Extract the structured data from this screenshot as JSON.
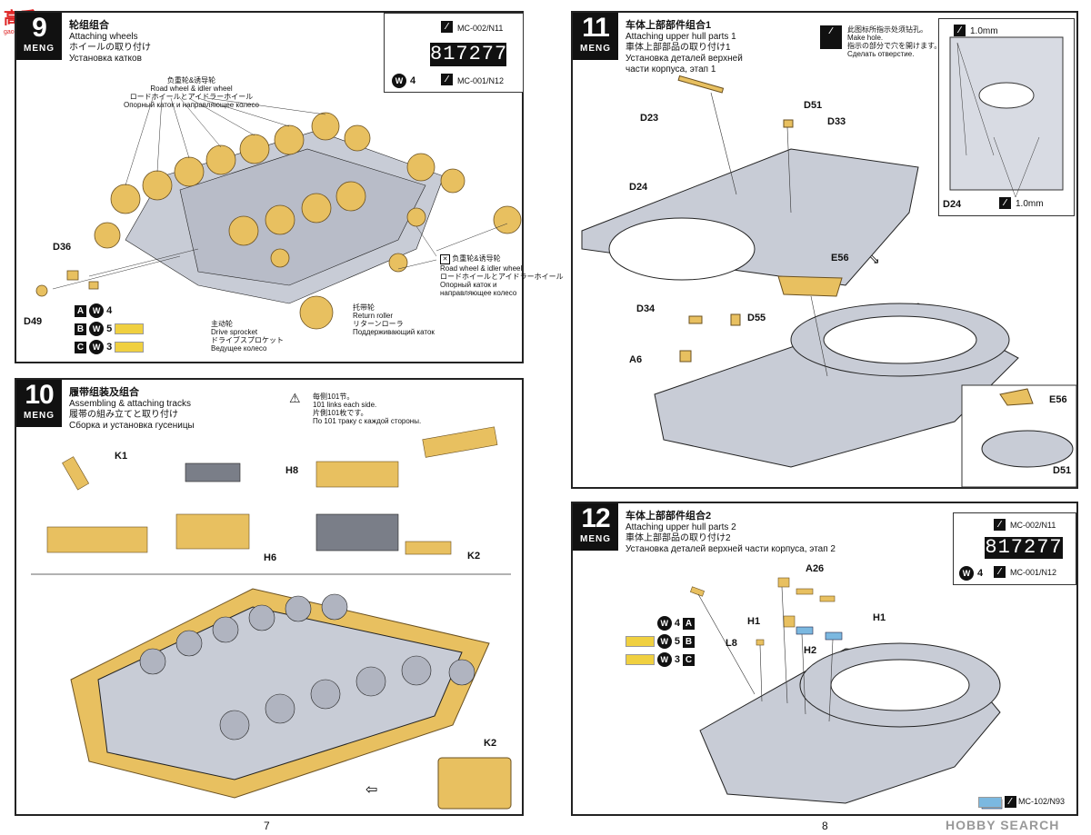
{
  "watermark": {
    "top": "高手",
    "bottom": "gao.shou.com"
  },
  "brand": "MENG",
  "colors": {
    "tan": "#e8c060",
    "grey": "#c8ccd6",
    "blue": "#7bb8e0"
  },
  "step9": {
    "number": "9",
    "title_cn": "轮组组合",
    "title_en": "Attaching wheels",
    "title_jp": "ホイールの取り付け",
    "title_ru": "Установка катков",
    "paint": {
      "mc1": "MC-002/N11",
      "code": "817277",
      "w": "4",
      "mc2": "MC-001/N12"
    },
    "roadwheel_label": [
      "负重轮&诱导轮",
      "Road wheel & idler wheel",
      "ロードホイールとアイドラーホイール",
      "Опорный каток и направляющее колесо"
    ],
    "roadwheel_label2": [
      "负重轮&诱导轮",
      "Road wheel & idler wheel",
      "ロードホイールとアイドラーホイール",
      "Опорный каток и",
      "направляющее колесо"
    ],
    "return_roller": [
      "托带轮",
      "Return roller",
      "リターンローラ",
      "Поддерживающий каток"
    ],
    "sprocket": [
      "主动轮",
      "Drive sprocket",
      "ドライブスプロケット",
      "Ведущее колесо"
    ],
    "parts": [
      "D36",
      "D49"
    ],
    "qty": [
      {
        "letter": "A",
        "w": "4",
        "swatch": ""
      },
      {
        "letter": "B",
        "w": "5",
        "swatch": "#f0d040"
      },
      {
        "letter": "C",
        "w": "3",
        "swatch": "#f0d040"
      }
    ]
  },
  "step10": {
    "number": "10",
    "title_cn": "履带组装及组合",
    "title_en": "Assembling & attaching tracks",
    "title_jp": "履帯の組み立てと取り付け",
    "title_ru": "Сборка и установка гусеницы",
    "note": [
      "每侧101节。",
      "101 links each side.",
      "片側101枚です。",
      "По 101 траку с каждой стороны."
    ],
    "parts": [
      "K1",
      "H8",
      "H6",
      "K2",
      "K2"
    ]
  },
  "step11": {
    "number": "11",
    "title_cn": "车体上部部件组合1",
    "title_en": "Attaching upper hull parts 1",
    "title_jp": "車体上部部品の取り付け1",
    "title_ru1": "Установка деталей верхней",
    "title_ru2": "части корпуса, этап 1",
    "note": [
      "此图标所指示处须钻孔。",
      "Make hole.",
      "指示の部分で穴を開けます。",
      "Сделать отверстие."
    ],
    "parts": [
      "D23",
      "D51",
      "D33",
      "D24",
      "E56",
      "D34",
      "D55",
      "A6",
      "E56",
      "D51",
      "D24"
    ],
    "drill": [
      "1.0mm",
      "1.0mm"
    ]
  },
  "step12": {
    "number": "12",
    "title_cn": "车体上部部件组合2",
    "title_en": "Attaching upper hull parts 2",
    "title_jp": "車体上部部品の取り付け2",
    "title_ru": "Установка деталей верхней части корпуса, этап 2",
    "paint": {
      "mc1": "MC-002/N11",
      "code": "817277",
      "w": "4",
      "mc2": "MC-001/N12"
    },
    "parts": [
      "A26",
      "H1",
      "H1",
      "H2",
      "L8"
    ],
    "qty": [
      {
        "letter": "A",
        "w": "4",
        "swatch": ""
      },
      {
        "letter": "B",
        "w": "5",
        "swatch": "#f0d040"
      },
      {
        "letter": "C",
        "w": "3",
        "swatch": "#f0d040"
      }
    ],
    "footer_paint": "MC-102/N93"
  },
  "page_left": "7",
  "page_right": "8",
  "hobby_search": "HOBBY SEARCH"
}
